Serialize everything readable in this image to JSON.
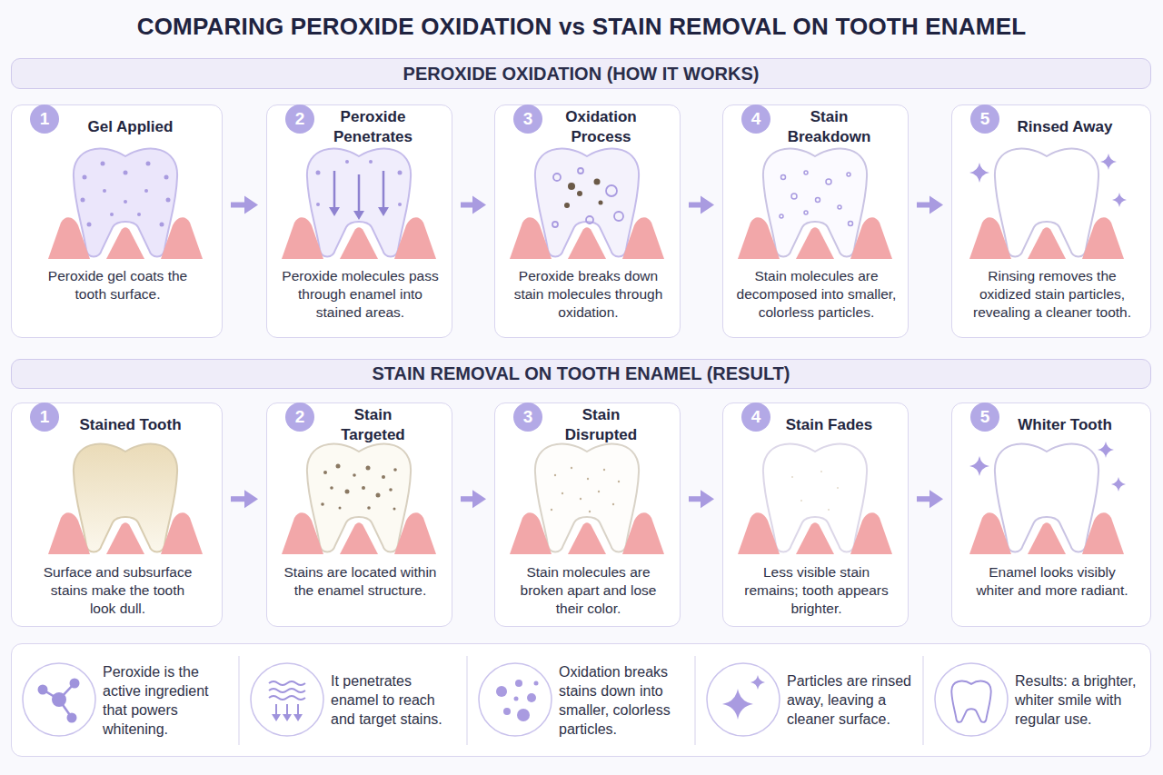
{
  "diagram": {
    "title": "COMPARING PEROXIDE OXIDATION vs STAIN REMOVAL ON TOOTH ENAMEL",
    "nodes": [
      {
        "text": [
          "PEROXIDE OXIDATION (HOW IT WORKS)"
        ]
      },
      {
        "text": [
          "Gel Applied",
          "Peroxide gel coats the tooth surface."
        ],
        "in": 0
      },
      {
        "text": [
          "1"
        ],
        "in": 1
      },
      {
        "text": [
          "Peroxide Penetrates",
          "Peroxide molecules pass through enamel into stained areas."
        ],
        "in": 0
      },
      {
        "text": [
          "2"
        ],
        "in": 3
      },
      {
        "text": [
          "Oxidation Process",
          "Peroxide breaks down stain molecules through oxidation."
        ],
        "in": 0
      },
      {
        "text": [
          "3"
        ],
        "in": 5
      },
      {
        "text": [
          "Stain Breakdown",
          "Stain molecules are decomposed into smaller, colorless particles."
        ],
        "in": 0
      },
      {
        "text": [
          "4"
        ],
        "in": 7
      },
      {
        "text": [
          "Rinsed Away",
          "Rinsing removes the oxidized stain particles, revealing a cleaner tooth."
        ],
        "in": 0
      },
      {
        "text": [
          "5"
        ],
        "in": 9
      },
      {
        "text": [
          "STAIN REMOVAL ON TOOTH ENAMEL (RESULT)"
        ]
      },
      {
        "text": [
          "Stained Tooth",
          "Surface and subsurface stains make the tooth look dull."
        ],
        "in": 11
      },
      {
        "text": [
          "1"
        ],
        "in": 12
      },
      {
        "text": [
          "Stain Targeted",
          "Stains are located within the enamel structure."
        ],
        "in": 11
      },
      {
        "text": [
          "2"
        ],
        "in": 14
      },
      {
        "text": [
          "Stain Disrupted",
          "Stain molecules are broken apart and lose their color."
        ],
        "in": 11
      },
      {
        "text": [
          "3"
        ],
        "in": 16
      },
      {
        "text": [
          "Stain Fades",
          "Less visible stain remains; tooth appears brighter."
        ],
        "in": 11
      },
      {
        "text": [
          "4"
        ],
        "in": 18
      },
      {
        "text": [
          "Whiter Tooth",
          "Enamel looks visibly whiter and more radiant."
        ],
        "in": 11
      },
      {
        "text": [
          "5"
        ],
        "in": 20
      },
      {
        "text": [
          "Peroxide is the active ingredient that powers whitening.",
          "It penetrates enamel to reach and target stains.",
          "Oxidation breaks stains down into smaller, colorless particles.",
          "Particles are rinsed away, leaving a cleaner surface.",
          "Results: a brighter, whiter smile with regular use."
        ]
      }
    ],
    "edges": [
      {
        "from": 1,
        "to": 3,
        "arrow": "to"
      },
      {
        "from": 3,
        "to": 5,
        "arrow": "to"
      },
      {
        "from": 5,
        "to": 7,
        "arrow": "to"
      },
      {
        "from": 7,
        "to": 9,
        "arrow": "to"
      },
      {
        "from": 12,
        "to": 14,
        "arrow": "to"
      },
      {
        "from": 14,
        "to": 16,
        "arrow": "to"
      },
      {
        "from": 16,
        "to": 18,
        "arrow": "to"
      },
      {
        "from": 18,
        "to": 20,
        "arrow": "to"
      }
    ]
  }
}
